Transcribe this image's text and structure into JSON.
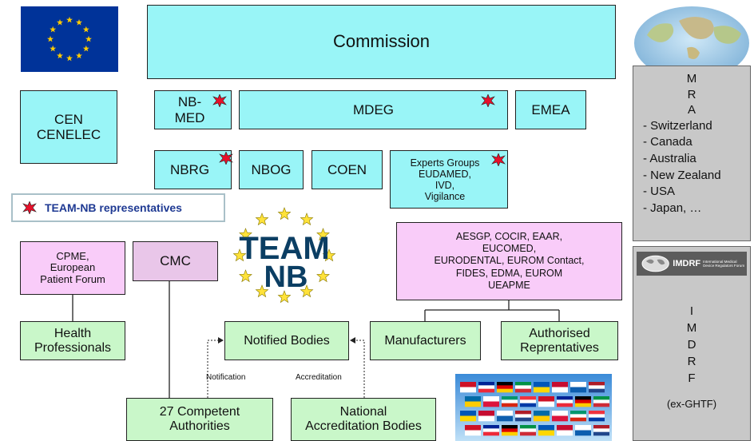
{
  "commission": "Commission",
  "cen": [
    "CEN",
    "CENELEC"
  ],
  "nbmed": [
    "NB-",
    "MED"
  ],
  "mdeg": "MDEG",
  "emea": "EMEA",
  "nbrg": "NBRG",
  "nbog": "NBOG",
  "coen": "COEN",
  "experts": [
    "Experts Groups",
    "EUDAMED,",
    "IVD,",
    "Vigilance"
  ],
  "legend": "TEAM-NB representatives",
  "cpme": [
    "CPME,",
    "European",
    "Patient Forum"
  ],
  "cmc": "CMC",
  "assoc": [
    "AESGP, COCIR, EAAR,",
    "EUCOMED,",
    "EURODENTAL,  EUROM Contact,",
    "FIDES, EDMA, EUROM",
    "UEAPME"
  ],
  "health": [
    "Health",
    "Professionals"
  ],
  "notified": "Notified Bodies",
  "manufacturers": "Manufacturers",
  "authorised": [
    "Authorised",
    "Reprentatives"
  ],
  "competent": [
    "27 Competent",
    "Authorities"
  ],
  "national": [
    "National",
    "Accreditation Bodies"
  ],
  "notification_label": "Notification",
  "accreditation_label": "Accreditation",
  "team_logo": [
    "TEAM",
    "NB"
  ],
  "mra": {
    "letters": [
      "M",
      "R",
      "A"
    ],
    "items": [
      "- Switzerland",
      "- Canada",
      "- Australia",
      "- New Zealand",
      "- USA",
      "- Japan, …"
    ]
  },
  "imdrf": {
    "logo_text": "IMDRF",
    "logo_sub": "International Medical Device Regulators Forum",
    "letters": [
      "I",
      "M",
      "D",
      "R",
      "F"
    ],
    "note": "(ex-GHTF)"
  },
  "colors": {
    "cyan": "#99f5f7",
    "pink": "#f9ccf9",
    "green": "#c9f7c9",
    "grey": "#c8c8c8",
    "star": "#e8102a",
    "eu_blue": "#003399",
    "eu_gold": "#ffcc00",
    "legend_text": "#1f3a93"
  }
}
